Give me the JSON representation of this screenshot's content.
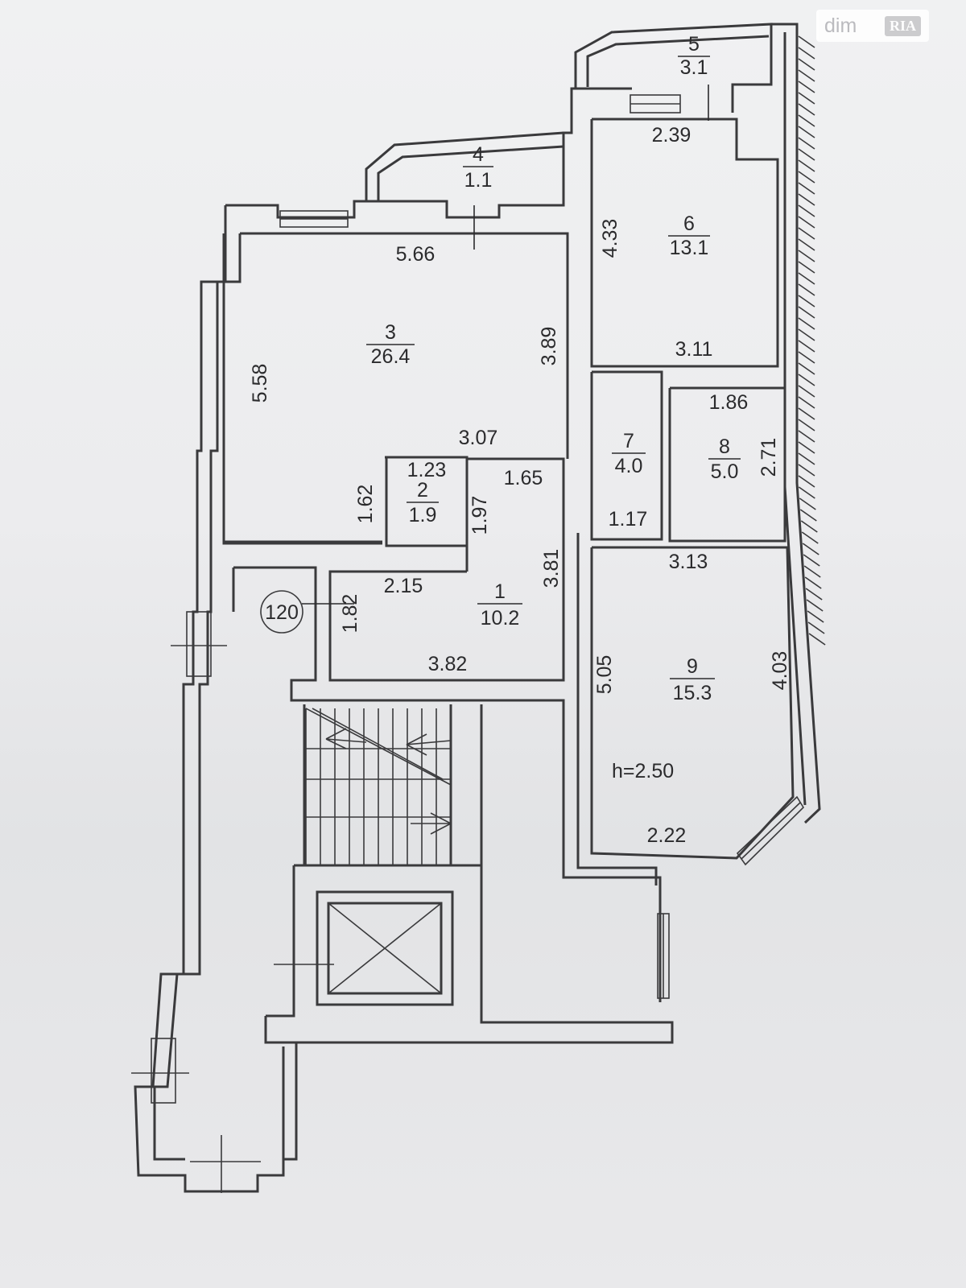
{
  "watermark": {
    "brand": "dim",
    "badge": "RIA"
  },
  "rooms": [
    {
      "id": "room-1",
      "number": "1",
      "area": "10.2"
    },
    {
      "id": "room-2",
      "number": "2",
      "area": "1.9"
    },
    {
      "id": "room-3",
      "number": "3",
      "area": "26.4"
    },
    {
      "id": "room-4",
      "number": "4",
      "area": "1.1"
    },
    {
      "id": "room-5",
      "number": "5",
      "area": "3.1"
    },
    {
      "id": "room-6",
      "number": "6",
      "area": "13.1"
    },
    {
      "id": "room-7",
      "number": "7",
      "area": "4.0"
    },
    {
      "id": "room-8",
      "number": "8",
      "area": "5.0"
    },
    {
      "id": "room-9",
      "number": "9",
      "area": "15.3"
    }
  ],
  "dimensions": [
    "2.39",
    "4.33",
    "3.11",
    "5.66",
    "3.89",
    "5.58",
    "3.07",
    "1.62",
    "1.23",
    "1.97",
    "1.65",
    "1.86",
    "2.71",
    "1.17",
    "3.13",
    "2.15",
    "3.81",
    "1.82",
    "3.82",
    "5.05",
    "4.03",
    "2.22"
  ],
  "apartment_number": "120",
  "ceiling_height": "h=2.50"
}
